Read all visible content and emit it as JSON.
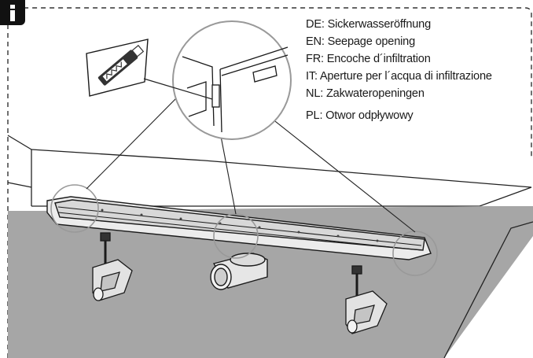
{
  "figure": {
    "info_icon": "info-icon",
    "callout_icon": "seepage-opening-tool-icon",
    "colors": {
      "floor": "#a6a6a6",
      "line": "#1a1a1a",
      "badge": "#111111"
    }
  },
  "legend": [
    {
      "code": "DE",
      "text": "Sickerwasseröffnung"
    },
    {
      "code": "EN",
      "text": "Seepage opening"
    },
    {
      "code": "FR",
      "text": "Encoche d´infiltration"
    },
    {
      "code": "IT",
      "text": "Aperture per l´acqua di infiltrazione"
    },
    {
      "code": "NL",
      "text": "Zakwateropeningen"
    },
    {
      "code": "PL",
      "text": "Otwor odpływowy"
    }
  ],
  "legend_text": {
    "de": "DE: Sickerwasseröffnung",
    "en": "EN: Seepage opening",
    "fr": "FR: Encoche d´infiltration",
    "it": "IT:  Aperture per l´acqua di infiltrazione",
    "nl": "NL: Zakwateropeningen",
    "pl": "PL: Otwor odpływowy"
  }
}
